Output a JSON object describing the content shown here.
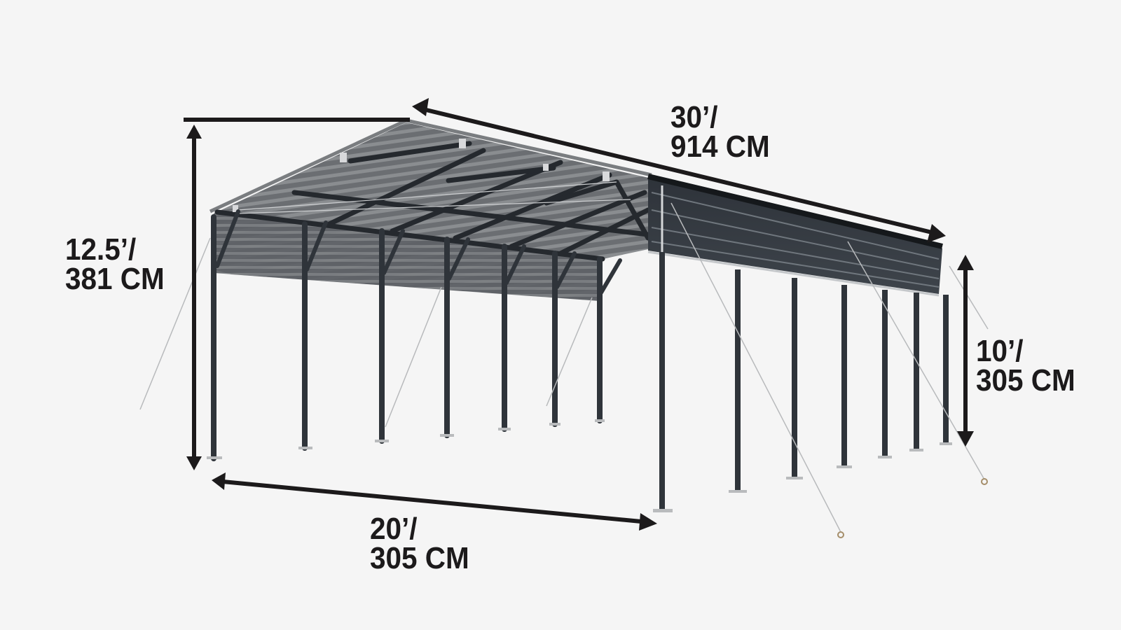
{
  "diagram": {
    "subject": "Metal carport with corrugated roof and extended side panel",
    "background_color": "#f5f5f5",
    "frame_color": "#2f343a",
    "roof_color": "#4a4d51",
    "arrow_color": "#1c1a1b"
  },
  "dimensions": {
    "length": {
      "imperial": "30’/",
      "metric": "914 CM"
    },
    "overall_height": {
      "imperial": "12.5’/",
      "metric": "381 CM"
    },
    "side_height": {
      "imperial": "10’/",
      "metric": "305 CM"
    },
    "width": {
      "imperial": "20’/",
      "metric": "305 CM"
    }
  }
}
